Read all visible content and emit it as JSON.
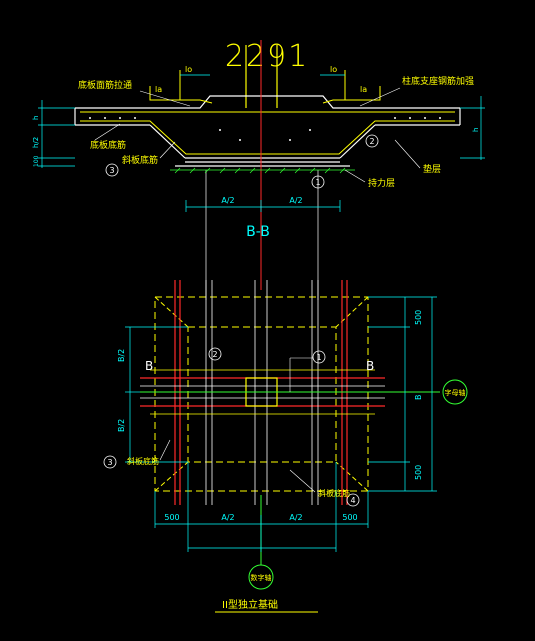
{
  "drawing": {
    "page_code": "2291",
    "section_title": "B-B",
    "plan_title": "II型独立基础",
    "colors": {
      "background": "#000000",
      "concrete": "#ffffff",
      "dim": "#00ffff",
      "label": "#ffff00",
      "rebar_red": "#ff2a2a",
      "rebar_green": "#33ff33",
      "hidden": "#ffff00",
      "annotation_yellow": "#ffff00",
      "annotation_green": "#44ff44"
    }
  },
  "section": {
    "labels": {
      "top_left": "底板面筋拉通",
      "top_right": "柱底支座钢筋加强",
      "left_bottom": "底板底筋",
      "sloped_rebar": "斜板底筋",
      "bearing_layer": "持力层",
      "cushion": "垫层"
    },
    "la_left": "la",
    "la_right": "la",
    "lo_left": "lo",
    "lo_right": "lo",
    "dim_left_top": "h",
    "dim_left_mid": "h/2",
    "dim_left_bottom": "100",
    "dim_right": "h",
    "dim_a_half_left": "A/2",
    "dim_a_half_right": "A/2",
    "callout_1": "1",
    "callout_2": "2",
    "callout_3": "3"
  },
  "plan": {
    "section_mark_left": "B",
    "section_mark_right": "B",
    "b_half_top": "B/2",
    "b_half_bottom": "B/2",
    "b_total": "B",
    "dim_right_top": "500",
    "dim_right_bottom": "500",
    "dim_bottom_left": "500",
    "dim_bottom_a1": "A/2",
    "dim_bottom_a2": "A/2",
    "dim_bottom_right": "500",
    "axis_horizontal": "字母轴",
    "axis_vertical": "数字轴",
    "sloped_rebar_left": "斜板底筋",
    "sloped_rebar_bottom": "斜板底筋",
    "callout_1": "1",
    "callout_2": "2",
    "callout_3": "3",
    "callout_4": "4"
  }
}
